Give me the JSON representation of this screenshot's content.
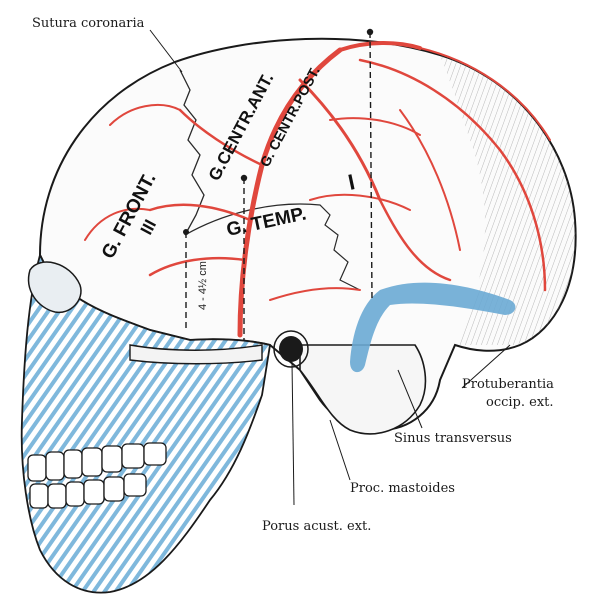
{
  "labels": {
    "sutura_coronaria": "Sutura coronaria",
    "protuberantia_line1": "Protuberantia",
    "protuberantia_line2": "occip. ext.",
    "sinus_transversus": "Sinus transversus",
    "proc_mastoides": "Proc. mastoides",
    "porus_acust": "Porus acust. ext."
  },
  "regions": {
    "g_front": "G. FRONT.",
    "g_front_num": "III",
    "g_centr_ant": "G.CENTR.ANT.",
    "g_centr_post": "G. CENTR.POST.",
    "g_temp": "G. TEMP.",
    "g_temp_num": "I",
    "measure": "4 - 4½ cm"
  },
  "colors": {
    "vessel": "#e0473d",
    "bone_blue": "#7fb8dc",
    "sinus_blue": "#6aaad4",
    "line": "#1a1a1a"
  }
}
